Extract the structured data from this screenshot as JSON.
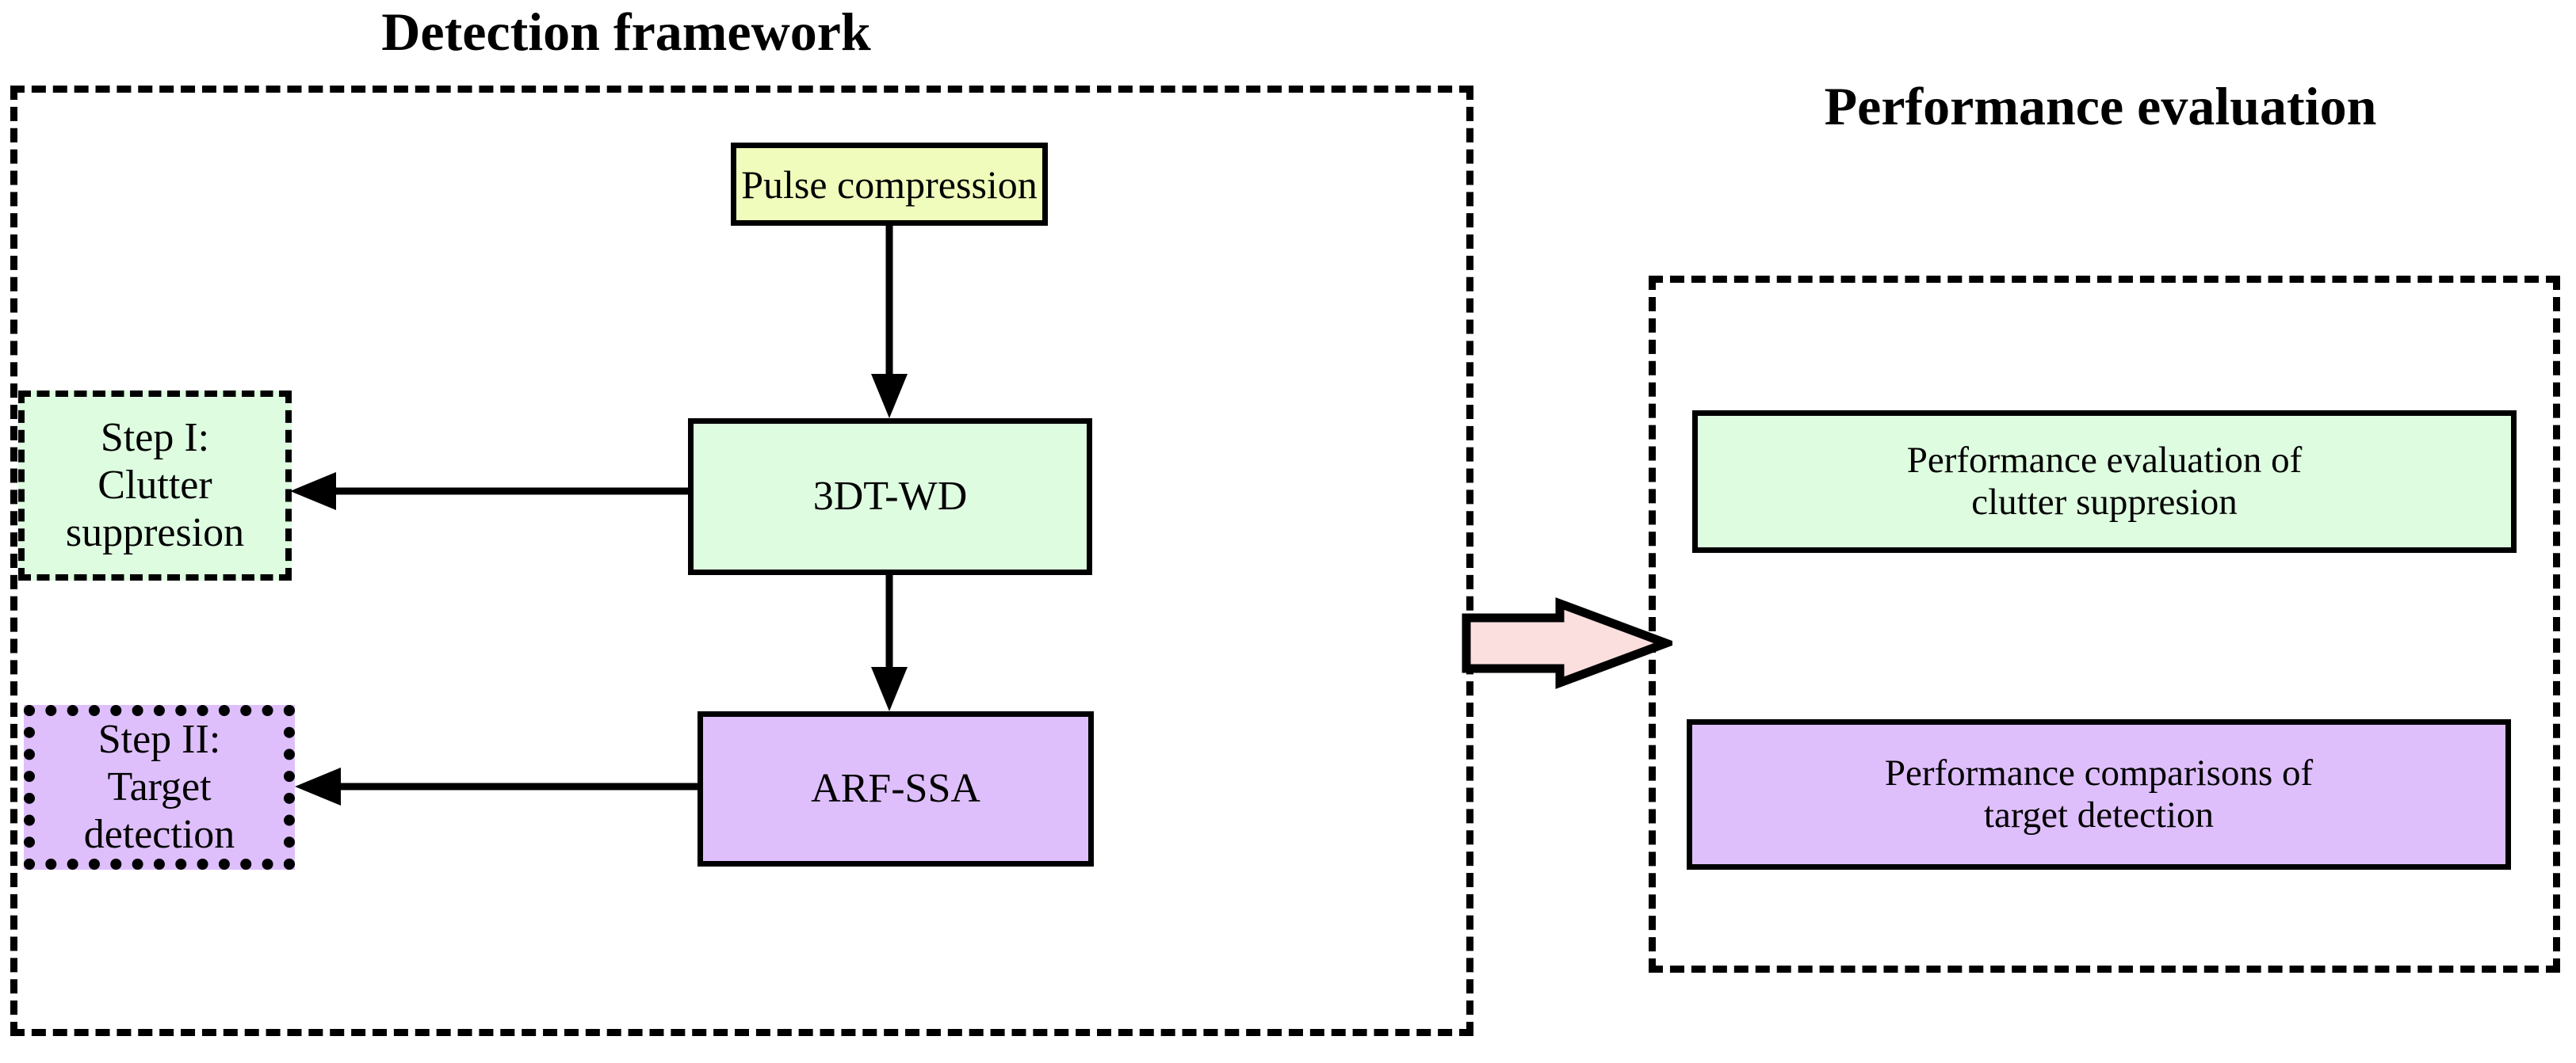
{
  "diagram": {
    "panels": {
      "detection": {
        "title": "Detection framework",
        "border_style": "dashed",
        "border_color": "#000000"
      },
      "performance": {
        "title": "Performance evaluation",
        "border_style": "dashed",
        "border_color": "#000000"
      }
    },
    "process_boxes": [
      {
        "id": "pulse-compression",
        "label": "Pulse compression",
        "fill": "#F0FCBB",
        "border": "solid"
      },
      {
        "id": "3dt-wd",
        "label": "3DT-WD",
        "fill": "#DEFCE0",
        "border": "solid"
      },
      {
        "id": "arf-ssa",
        "label": "ARF-SSA",
        "fill": "#DEBFFB",
        "border": "solid"
      }
    ],
    "step_boxes": [
      {
        "id": "step-1",
        "line1": "Step I:",
        "line2": "Clutter suppresion",
        "fill": "#DEFCE0",
        "border": "dashed"
      },
      {
        "id": "step-2",
        "line1": "Step II:",
        "line2": "Target detection",
        "fill": "#DEBFFB",
        "border": "dotted"
      }
    ],
    "result_boxes": [
      {
        "id": "perf-clutter",
        "line1": "Performance evaluation of",
        "line2": "clutter suppresion",
        "fill": "#DEFCE0",
        "border": "solid"
      },
      {
        "id": "perf-target",
        "line1": "Performance comparisons of",
        "line2": "target detection",
        "fill": "#DEBFFB",
        "border": "solid"
      }
    ],
    "connectors": [
      {
        "id": "pulse-to-3dtwd",
        "from": "pulse-compression",
        "to": "3dt-wd",
        "direction": "down"
      },
      {
        "id": "3dtwd-to-step1",
        "from": "3dt-wd",
        "to": "step-1",
        "direction": "left"
      },
      {
        "id": "3dtwd-to-arfssa",
        "from": "3dt-wd",
        "to": "arf-ssa",
        "direction": "down"
      },
      {
        "id": "arfssa-to-step2",
        "from": "arf-ssa",
        "to": "step-2",
        "direction": "left"
      }
    ],
    "block_arrow": {
      "id": "framework-to-evaluation",
      "direction": "right",
      "fill": "#FBDFDF",
      "stroke": "#000000"
    }
  }
}
